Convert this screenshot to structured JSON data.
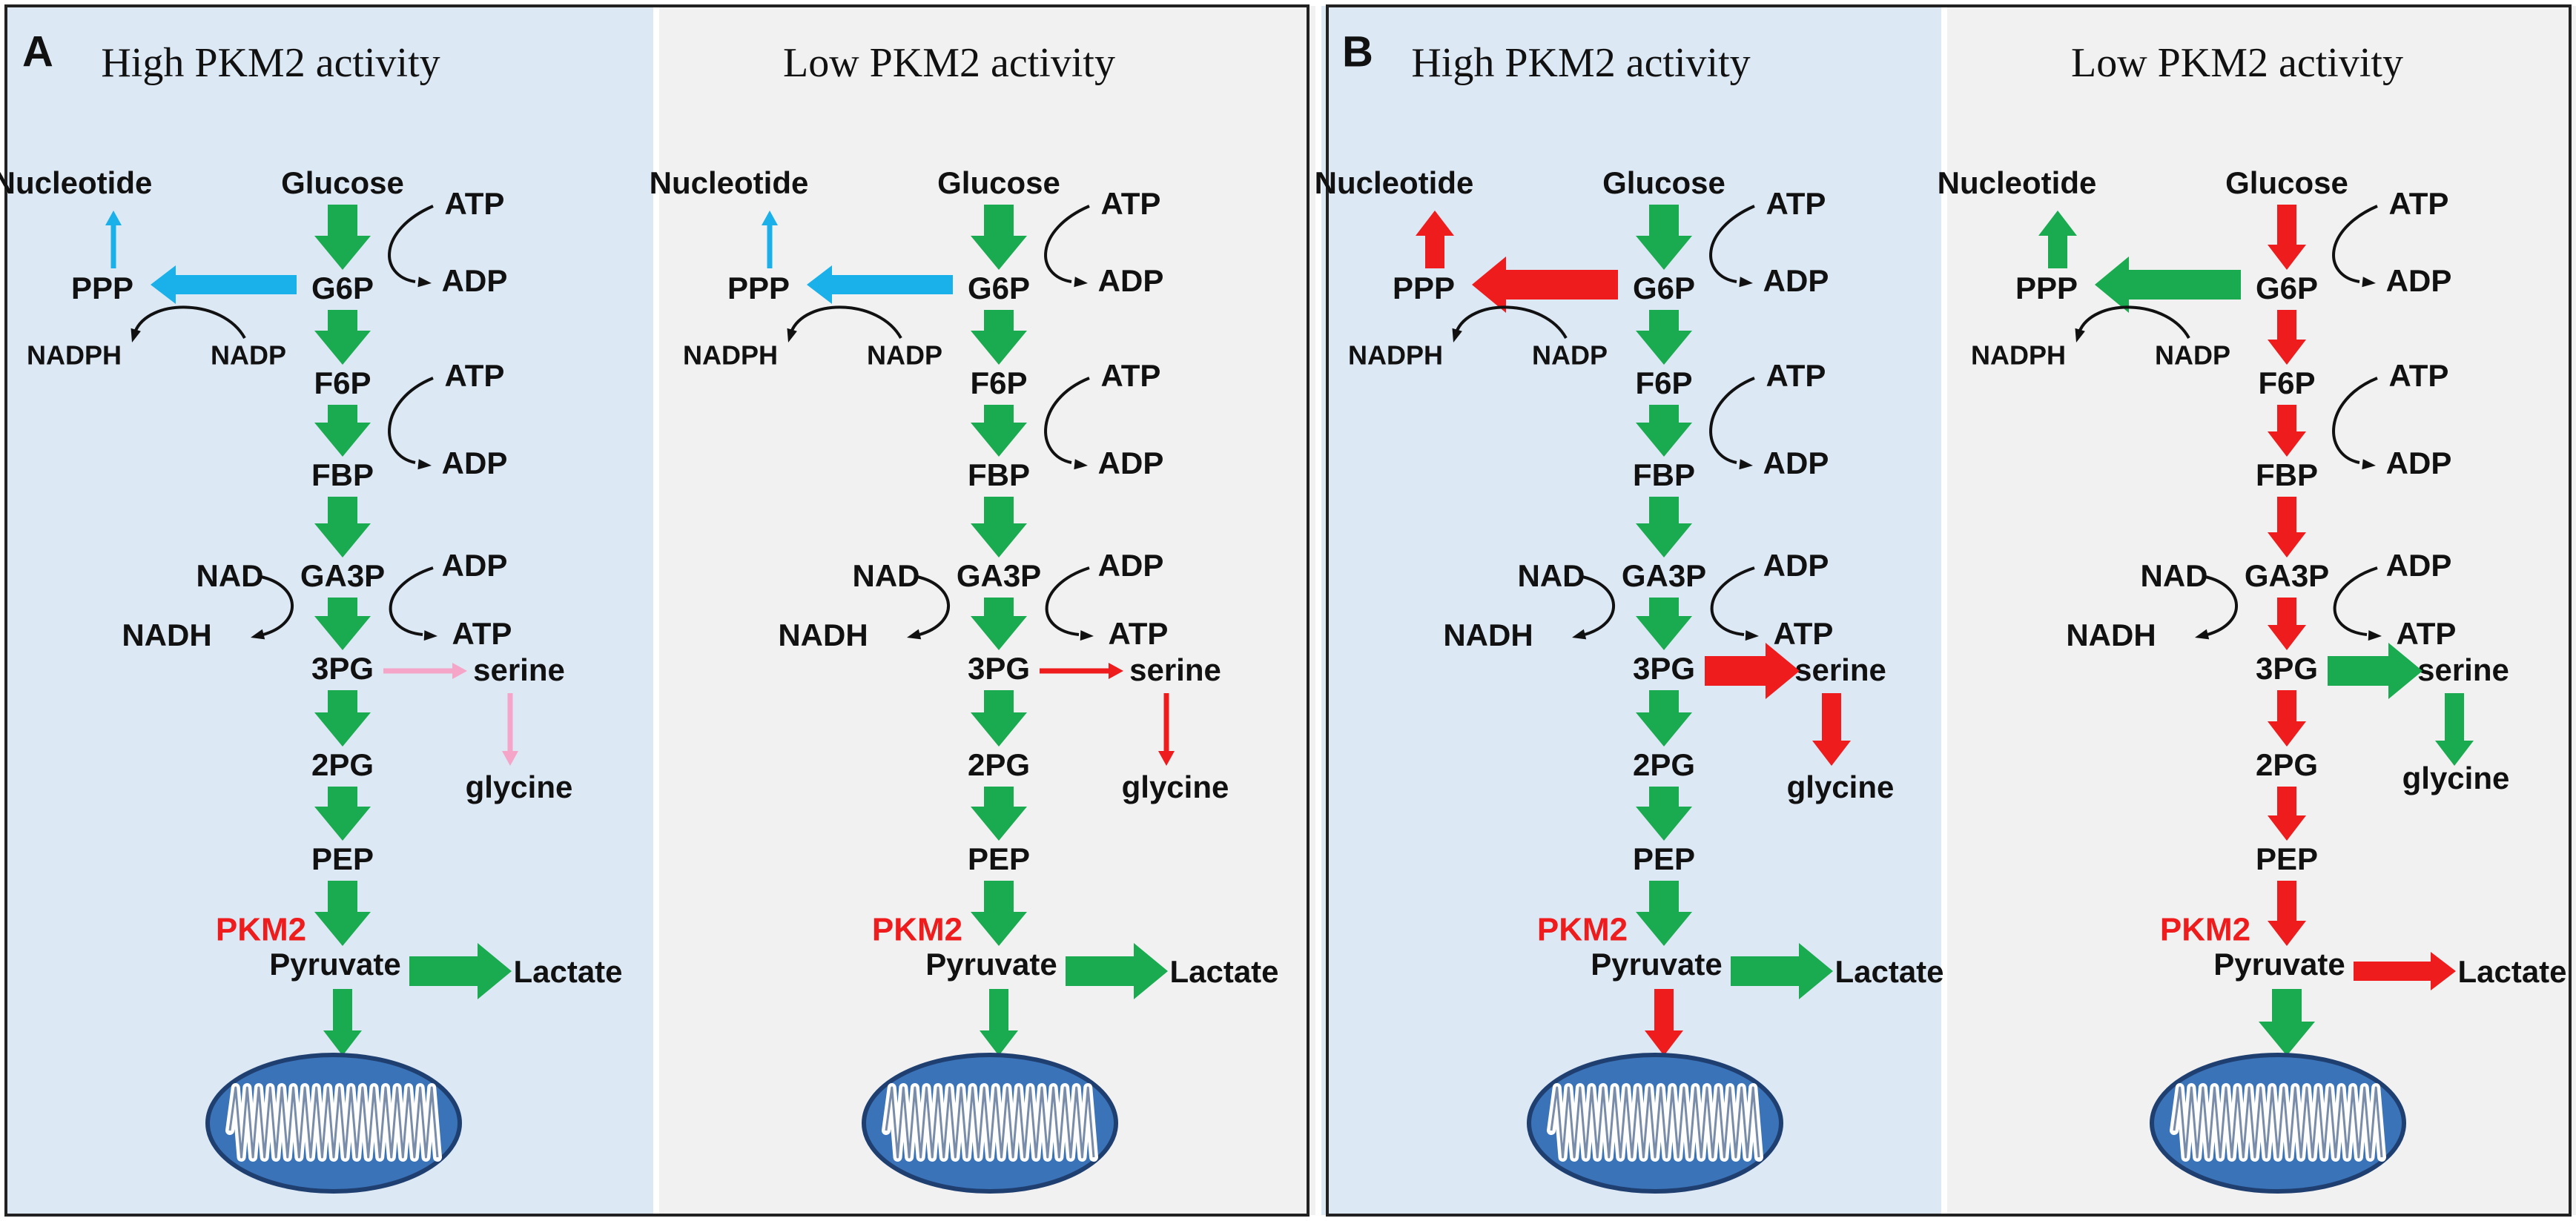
{
  "figure": {
    "panel_letters": [
      "A",
      "B"
    ],
    "colors": {
      "panel_left_bg": "#dce8f4",
      "panel_right_bg": "#f1f1f1",
      "green": "#1aab50",
      "red": "#ee1c1c",
      "blue": "#1ab1ea",
      "pink": "#f5a5c8",
      "enzyme": "#ee1c1c",
      "mito_fill": "#3b73b8",
      "mito_stroke": "#1f3f70"
    },
    "panels": [
      {
        "title": "High PKM2 activity",
        "letter": "A",
        "bg": "left",
        "arrows": {
          "main": [
            "green",
            "green",
            "green",
            "green",
            "green",
            "green",
            "green",
            "green"
          ],
          "ppp": "blue",
          "ppp_size": "medium",
          "nucleotide": "blue",
          "nucleotide_size": "thin",
          "serine": "pink",
          "serine_size": "thin",
          "glycine": "pink",
          "glycine_size": "thin",
          "lactate": "green",
          "lactate_size": "thick",
          "mito": "green",
          "mito_size": "medium"
        }
      },
      {
        "title": "Low PKM2 activity",
        "letter": "",
        "bg": "right",
        "arrows": {
          "main": [
            "green",
            "green",
            "green",
            "green",
            "green",
            "green",
            "green",
            "green"
          ],
          "ppp": "blue",
          "ppp_size": "medium",
          "nucleotide": "blue",
          "nucleotide_size": "thin",
          "serine": "red",
          "serine_size": "thin",
          "glycine": "red",
          "glycine_size": "thin",
          "lactate": "green",
          "lactate_size": "thick",
          "mito": "green",
          "mito_size": "medium"
        }
      },
      {
        "title": "High PKM2 activity",
        "letter": "B",
        "bg": "left",
        "arrows": {
          "main": [
            "green",
            "green",
            "green",
            "green",
            "green",
            "green",
            "green",
            "green"
          ],
          "ppp": "red",
          "ppp_size": "thick",
          "nucleotide": "red",
          "nucleotide_size": "medium",
          "serine": "red",
          "serine_size": "thick",
          "glycine": "red",
          "glycine_size": "medium",
          "lactate": "green",
          "lactate_size": "thick",
          "mito": "red",
          "mito_size": "medium"
        }
      },
      {
        "title": "Low PKM2 activity",
        "letter": "",
        "bg": "right",
        "arrows": {
          "main": [
            "red",
            "red",
            "red",
            "red",
            "red",
            "red",
            "red",
            "red"
          ],
          "ppp": "green",
          "ppp_size": "thick",
          "nucleotide": "green",
          "nucleotide_size": "medium",
          "serine": "green",
          "serine_size": "thick",
          "glycine": "green",
          "glycine_size": "medium",
          "lactate": "red",
          "lactate_size": "medium",
          "mito": "green",
          "mito_size": "thick"
        }
      }
    ],
    "labels": {
      "glucose": "Glucose",
      "g6p": "G6P",
      "f6p": "F6P",
      "fbp": "FBP",
      "ga3p": "GA3P",
      "pg3": "3PG",
      "pg2": "2PG",
      "pep": "PEP",
      "pyruvate": "Pyruvate",
      "lactate": "Lactate",
      "nucleotide": "Nucleotide",
      "ppp": "PPP",
      "nadph": "NADPH",
      "nadp": "NADP",
      "atp": "ATP",
      "adp": "ADP",
      "nad": "NAD",
      "nadh": "NADH",
      "serine": "serine",
      "glycine": "glycine",
      "pkm2": "PKM2"
    }
  }
}
